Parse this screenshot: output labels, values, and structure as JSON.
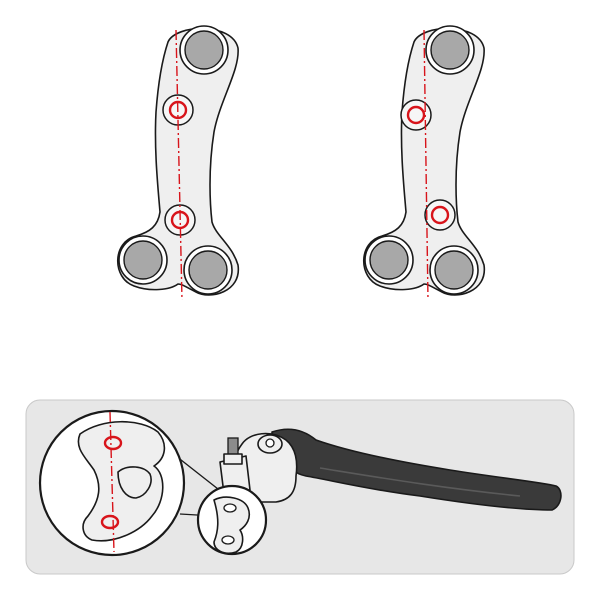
{
  "colors": {
    "background": "#ffffff",
    "outline": "#1a1a1a",
    "part_fill": "#efefef",
    "bore_fill": "#a8a8a8",
    "bore_ring": "#ffffff",
    "marker": "#d8141b",
    "panel_fill": "#e7e7e7",
    "panel_stroke": "#c9c9c9",
    "lever_fill": "#3a3a3a",
    "lever_highlight": "#5a5a5a"
  },
  "icons": {
    "bracket_offset_holes": "triple-clamp-bracket-centered-holes",
    "bracket_shifted_holes": "triple-clamp-bracket-offset-holes",
    "clutch_lever": "clutch-lever-assembly",
    "detail_zoom": "magnified-clamp-detail"
  },
  "figures": [
    {
      "id": "bracket-left",
      "holes": "aligned-on-axis"
    },
    {
      "id": "bracket-right",
      "holes": "offset-from-axis"
    },
    {
      "id": "lever-assembly",
      "detail": "zoomed-clamp"
    }
  ]
}
